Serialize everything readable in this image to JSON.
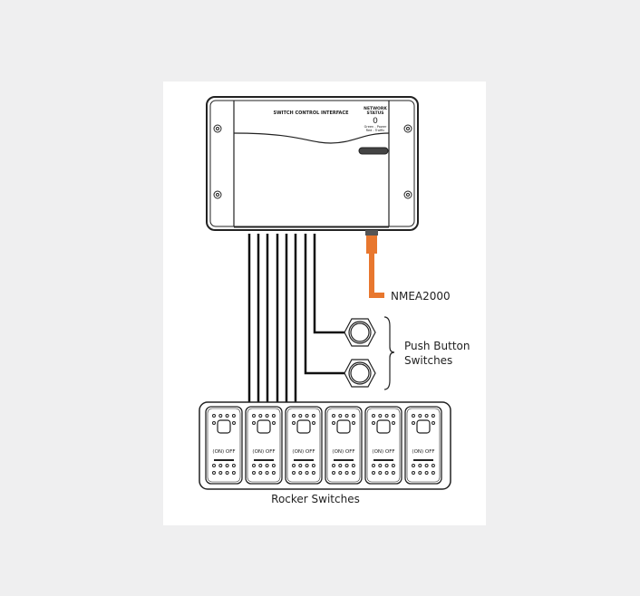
{
  "device": {
    "title": "SWITCH CONTROL INTERFACE",
    "status_title_1": "NETWORK",
    "status_title_2": "STATUS",
    "status_led": "0",
    "status_legend_1": "Green - Power",
    "status_legend_2": "Red - Traffic"
  },
  "labels": {
    "nmea": "NMEA2000",
    "push_1": "Push Button",
    "push_2": "Switches",
    "rocker": "Rocker Switches"
  },
  "rocker_switch_label": "(ON) OFF",
  "rocker_count": 6,
  "colors": {
    "cable": "#e8772e",
    "line": "#1a1a1a"
  }
}
